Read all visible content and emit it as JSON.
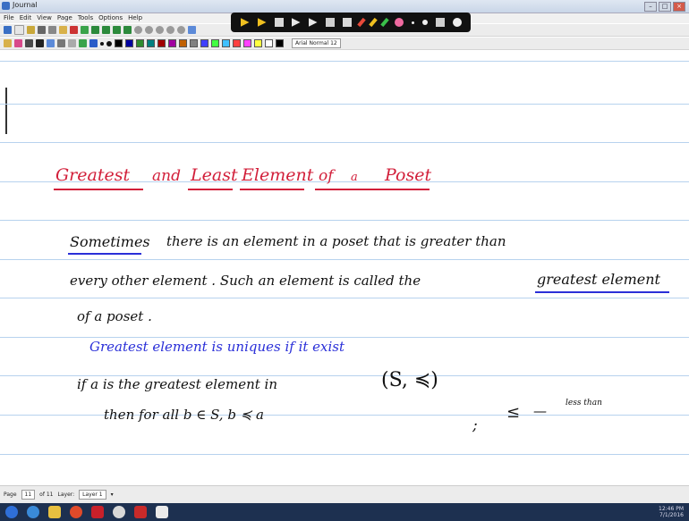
{
  "window": {
    "title": "Journal",
    "controls": [
      "–",
      "□",
      "×"
    ]
  },
  "menu": [
    "File",
    "Edit",
    "View",
    "Page",
    "Tools",
    "Options",
    "Help"
  ],
  "toolbar": {
    "font_label": "Arial Normal  12"
  },
  "colors": {
    "heading_red": "#d21f3a",
    "ink_black": "#111111",
    "ink_blue": "#2a2fd8",
    "rule_line": "#b7d2ee",
    "swatches": [
      "#000000",
      "#0000a0",
      "#2e8b2e",
      "#008080",
      "#a00000",
      "#a000a0",
      "#c06000",
      "#808080",
      "#4040ff",
      "#40ff40",
      "#40c0ff",
      "#ff4040",
      "#ff40ff",
      "#ffff40",
      "#ffffff",
      "#000000"
    ]
  },
  "notes": {
    "heading": {
      "greatest": "Greatest",
      "and": "and",
      "least": "Least",
      "element": "Element",
      "of": "of",
      "a": "a",
      "poset": "Poset"
    },
    "para1": {
      "sometimes": "Sometimes",
      "line1_rest": "there  is  an  element  in  a  poset  that  is  greater  than",
      "line2_a": "every other  element .  Such  an  element  is  called  the",
      "greatest_element": "greatest element",
      "line3": "of  a  poset ."
    },
    "blue_note": "Greatest  element  is  uniques  if  it  exist",
    "line_if": "if   a   is   the   greatest   element  in",
    "relation": "(S, ≼)",
    "line_then": "then     for   all    b ∈ S,     b ≼ a",
    "semicolon": ";",
    "leq_symbol": "≤",
    "dash": "—",
    "less_than": "less than"
  },
  "status": {
    "page_label": "Page",
    "page_num": "11",
    "of_pages": "of 11",
    "layer_label": "Layer:",
    "layer_name": "Layer 1"
  },
  "clock": {
    "time": "12:46 PM",
    "date": "7/1/2016"
  }
}
